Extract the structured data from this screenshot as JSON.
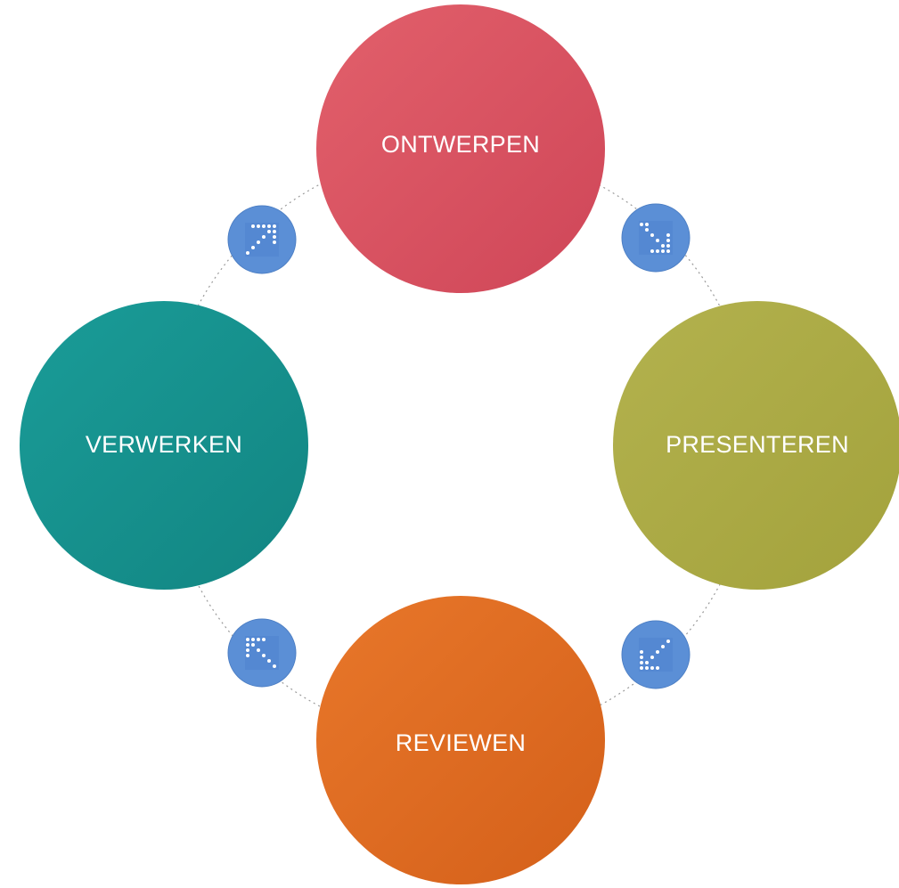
{
  "diagram": {
    "type": "cycle",
    "stages": [
      {
        "id": "ontwerpen",
        "label": "ONTWERPEN",
        "color": "#d9535f"
      },
      {
        "id": "presenteren",
        "label": "PRESENTEREN",
        "color": "#a9a845"
      },
      {
        "id": "reviewen",
        "label": "REVIEWEN",
        "color": "#e06a1e"
      },
      {
        "id": "verwerken",
        "label": "VERWERKEN",
        "color": "#178f8c"
      }
    ],
    "connectors": [
      {
        "id": "ontwerpen-to-presenteren",
        "direction": "down-right",
        "icon": "arrow-down-right-icon"
      },
      {
        "id": "presenteren-to-reviewen",
        "direction": "down-left",
        "icon": "arrow-down-left-icon"
      },
      {
        "id": "reviewen-to-verwerken",
        "direction": "up-left",
        "icon": "arrow-up-left-icon"
      },
      {
        "id": "verwerken-to-ontwerpen",
        "direction": "up-right",
        "icon": "arrow-up-right-icon"
      }
    ],
    "connector_color": "#5b8fd6"
  }
}
